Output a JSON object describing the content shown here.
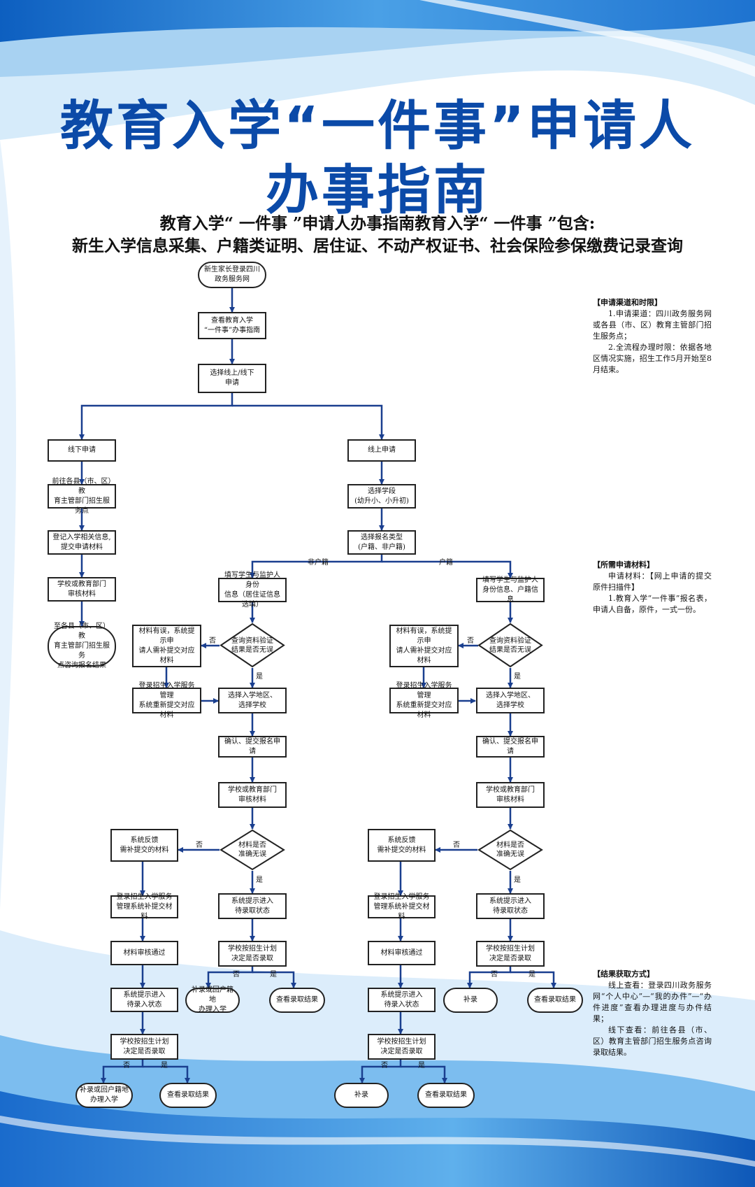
{
  "title_line1": "教育入学“一件事”申请人",
  "title_line2": "办事指南",
  "subtitle_line1": "教育入学“ 一件事 ”申请人办事指南教育入学“ 一件事 ”包含:",
  "subtitle_line2": "新生入学信息采集、户籍类证明、居住证、不动产权证书、社会保险参保缴费记录查询",
  "flow": {
    "start": "新生家长登录四川\n政务服务网",
    "view_guide": "查看教育入学\n“一件事”办事指南",
    "choose_channel": "选择线上/线下\n申请",
    "offline": "线下申请",
    "online": "线上申请",
    "offline_go": "前往各县（市、区）教\n育主管部门招生服务点",
    "offline_register": "登记入学相关信息,\n提交申请材料",
    "offline_review": "学校或教育部门\n审核材料",
    "offline_result": "至各县（市、区）教\n育主管部门招生服务\n点咨询报名结果",
    "choose_stage": "选择学段\n(幼升小、小升初)",
    "choose_type": "选择报名类型\n(户籍、非户籍)",
    "non_huji": "非户籍",
    "huji": "户籍",
    "yes": "是",
    "no": "否",
    "left_fill": "填写学生与监护人身份\n信息（居住证信息选填）",
    "right_fill": "填写学生与监护人\n身份信息、户籍信息",
    "verify_q": "查询资料验证\n结果是否无误",
    "material_error": "材料有误，系统提示申\n请人需补提交对应材料",
    "resubmit": "登录招生入学服务管理\n系统重新提交对应材料",
    "choose_school": "选择入学地区、\n选择学校",
    "confirm_submit": "确认、提交报名申请",
    "school_review": "学校或教育部门\n审核材料",
    "material_ok_q": "材料是否\n准确无误",
    "feedback": "系统反馈\n需补提交的材料",
    "login_supplement": "登录招生入学服务\n管理系统补提交材料",
    "review_pass": "材料审核通过",
    "enter_pending": "系统提示进入\n待录入状态",
    "enter_wait": "系统提示进入\n待录取状态",
    "plan_decide": "学校按招生计划\n决定是否录取",
    "left_reject": "补录或回户籍地\n办理入学",
    "view_result": "查看录取结果",
    "supplement": "补录"
  },
  "side": {
    "block1_heading": "【申请渠道和时限】",
    "block1_p1": "1.申请渠道：四川政务服务网或各县（市、区）教育主管部门招生服务点；",
    "block1_p2": "2.全流程办理时限：依据各地区情况实施，招生工作5月开始至8月结束。",
    "block2_heading": "【所需申请材料】",
    "block2_p1": "申请材料：【网上申请的提交原件扫描件】",
    "block2_p2": "1.教育入学“一件事”报名表，申请人自备，原件，一式一份。",
    "block3_heading": "【结果获取方式】",
    "block3_p1": "线上查看：登录四川政务服务网“个人中心”—“我的办件”—“办件进度”查看办理进度与办件结果；",
    "block3_p2": "线下查看：前往各县（市、区）教育主管部门招生服务点咨询录取结果。"
  },
  "colors": {
    "title": "#0b4aa8",
    "flow_line": "#1a3f8f",
    "wave_light": "#cfe6f8",
    "wave_mid": "#5aa6e0",
    "wave_dark": "#1565c0"
  }
}
